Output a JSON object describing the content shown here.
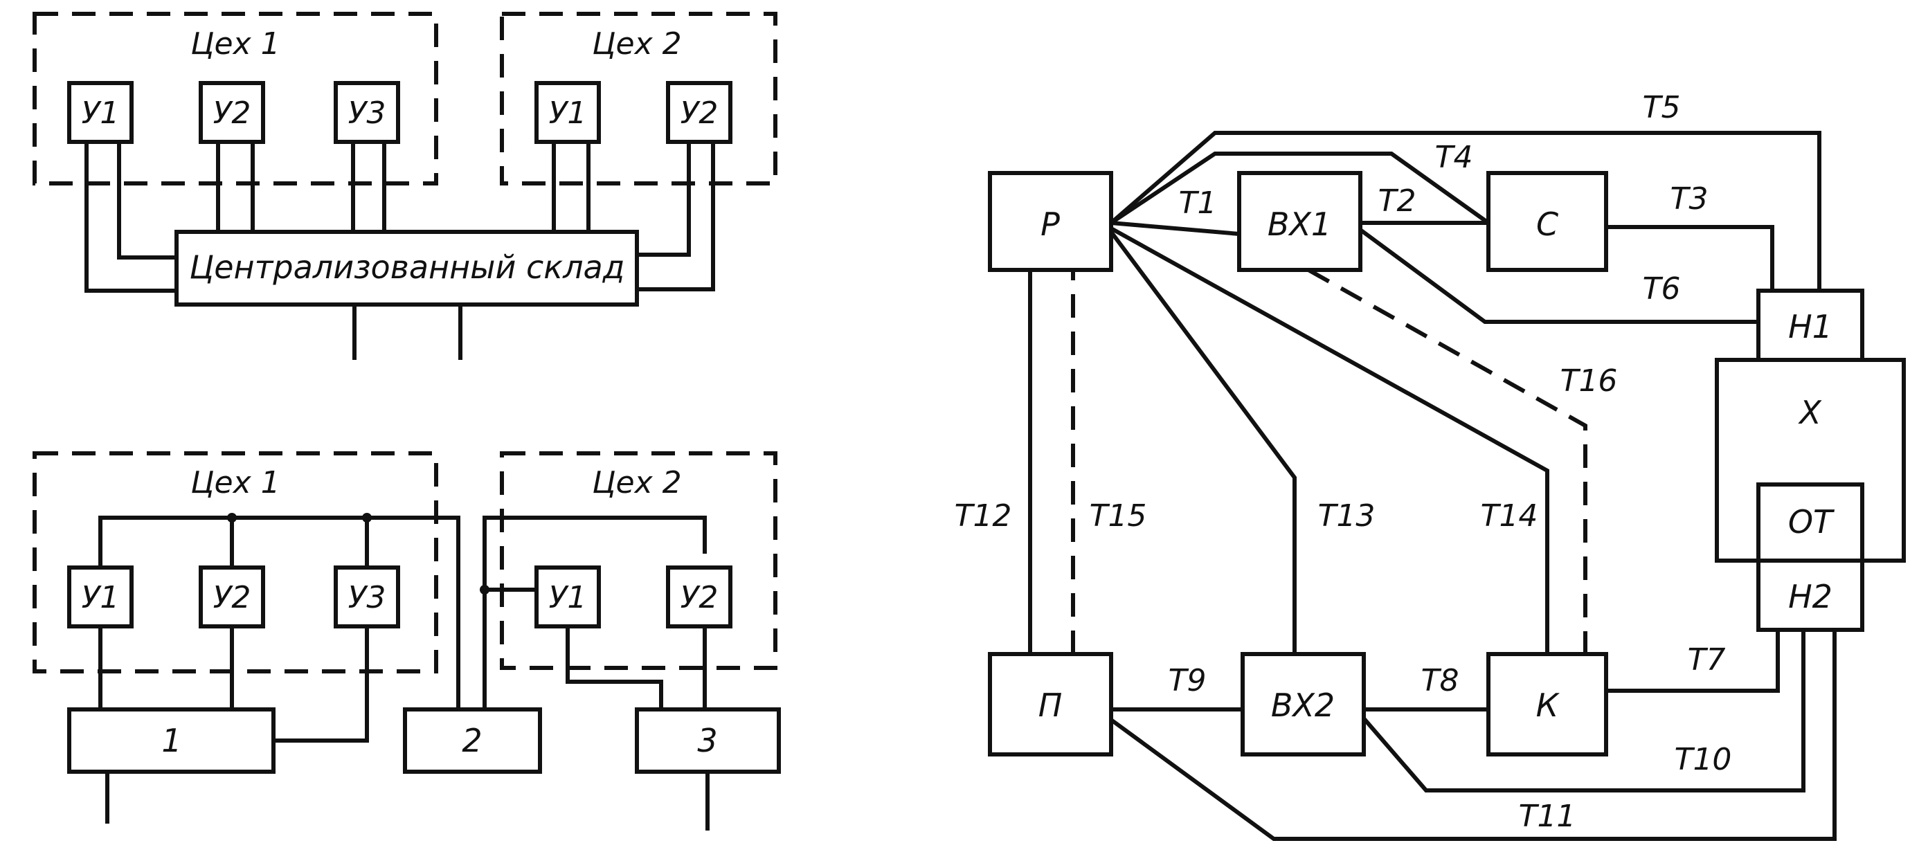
{
  "diagram_a": {
    "shop1_title": "Цех 1",
    "shop2_title": "Цех 2",
    "shop1_units": [
      "У1",
      "У2",
      "У3"
    ],
    "shop2_units": [
      "У1",
      "У2"
    ],
    "warehouse": "Централизованный склад"
  },
  "diagram_b": {
    "shop1_title": "Цех 1",
    "shop2_title": "Цех 2",
    "shop1_units": [
      "У1",
      "У2",
      "У3"
    ],
    "shop2_units": [
      "У1",
      "У2"
    ],
    "store1": "1",
    "store2": "2",
    "store3": "3"
  },
  "diagram_c": {
    "nodes": {
      "R": "Р",
      "VX1": "ВХ1",
      "S": "С",
      "N1": "Н1",
      "X": "Х",
      "OT": "ОТ",
      "N2": "Н2",
      "P": "П",
      "VX2": "ВХ2",
      "K": "К"
    },
    "edges": {
      "T1": "Т1",
      "T2": "Т2",
      "T3": "Т3",
      "T4": "Т4",
      "T5": "Т5",
      "T6": "Т6",
      "T7": "Т7",
      "T8": "Т8",
      "T9": "Т9",
      "T10": "Т10",
      "T11": "Т11",
      "T12": "Т12",
      "T13": "Т13",
      "T14": "Т14",
      "T15": "Т15",
      "T16": "Т16"
    }
  }
}
